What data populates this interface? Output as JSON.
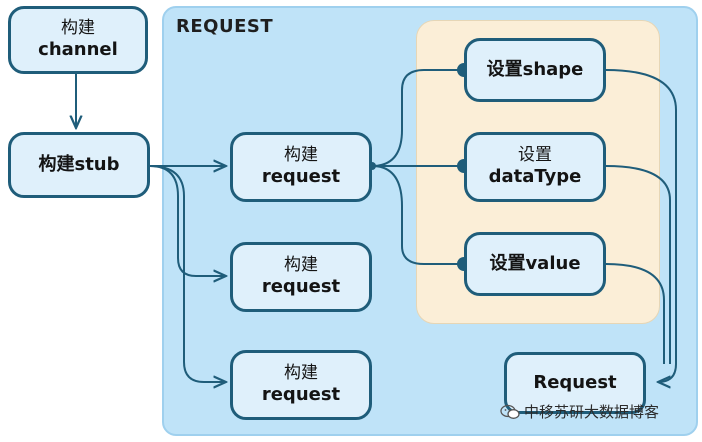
{
  "request_group": {
    "title": "REQUEST"
  },
  "nodes": {
    "build_channel": {
      "line1": "构建",
      "line2": "channel"
    },
    "build_stub": {
      "label": "构建stub"
    },
    "build_request_1": {
      "line1": "构建",
      "line2": "request"
    },
    "build_request_2": {
      "line1": "构建",
      "line2": "request"
    },
    "build_request_3": {
      "line1": "构建",
      "line2": "request"
    },
    "set_shape": {
      "label": "设置shape"
    },
    "set_datatype": {
      "line1": "设置",
      "line2": "dataType"
    },
    "set_value": {
      "label": "设置value"
    },
    "request_result": {
      "label": "Request"
    }
  },
  "watermark": {
    "text": "中移苏研大数据博客",
    "icon": "wechat-icon"
  },
  "colors": {
    "node_fill": "#dff0fb",
    "node_border": "#1f5d7a",
    "request_panel": "#bfe3f8",
    "setting_panel": "#fbeed7",
    "connector": "#1f5d7a"
  }
}
